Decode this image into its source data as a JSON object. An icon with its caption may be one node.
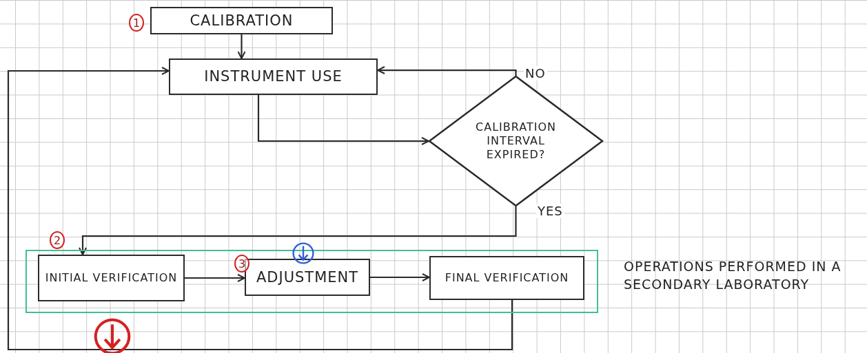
{
  "diagram": {
    "nodes": [
      {
        "text": [
          "CALIBRATION"
        ]
      },
      {
        "text": [
          "INSTRUMENT USE"
        ]
      },
      {
        "text": [
          "CALIBRATION INTERVAL EXPIRED?"
        ]
      },
      {
        "text": [],
        "shape": "box",
        "beside": [
          "OPERATIONS PERFORMED IN A SECONDARY LABORATORY"
        ]
      },
      {
        "text": [
          "INITIAL VERIFICATION"
        ],
        "in": 3
      },
      {
        "text": [
          "ADJUSTMENT"
        ],
        "in": 3
      },
      {
        "text": [
          "FINAL VERIFICATION"
        ],
        "in": 3
      }
    ],
    "edges": [
      {
        "from": 0,
        "to": 1,
        "arrow": "to"
      },
      {
        "from": 1,
        "to": 2,
        "arrow": "to"
      },
      {
        "from": 2,
        "to": 1,
        "arrow": "to",
        "label": "NO"
      },
      {
        "from": 2,
        "to": 4,
        "arrow": "to",
        "label": "YES"
      },
      {
        "from": 4,
        "to": 5,
        "arrow": "to"
      },
      {
        "from": 5,
        "to": 6,
        "arrow": "to"
      },
      {
        "from": 6,
        "to": 1,
        "arrow": "to"
      }
    ],
    "labels": [
      "1",
      "2",
      "3"
    ]
  }
}
